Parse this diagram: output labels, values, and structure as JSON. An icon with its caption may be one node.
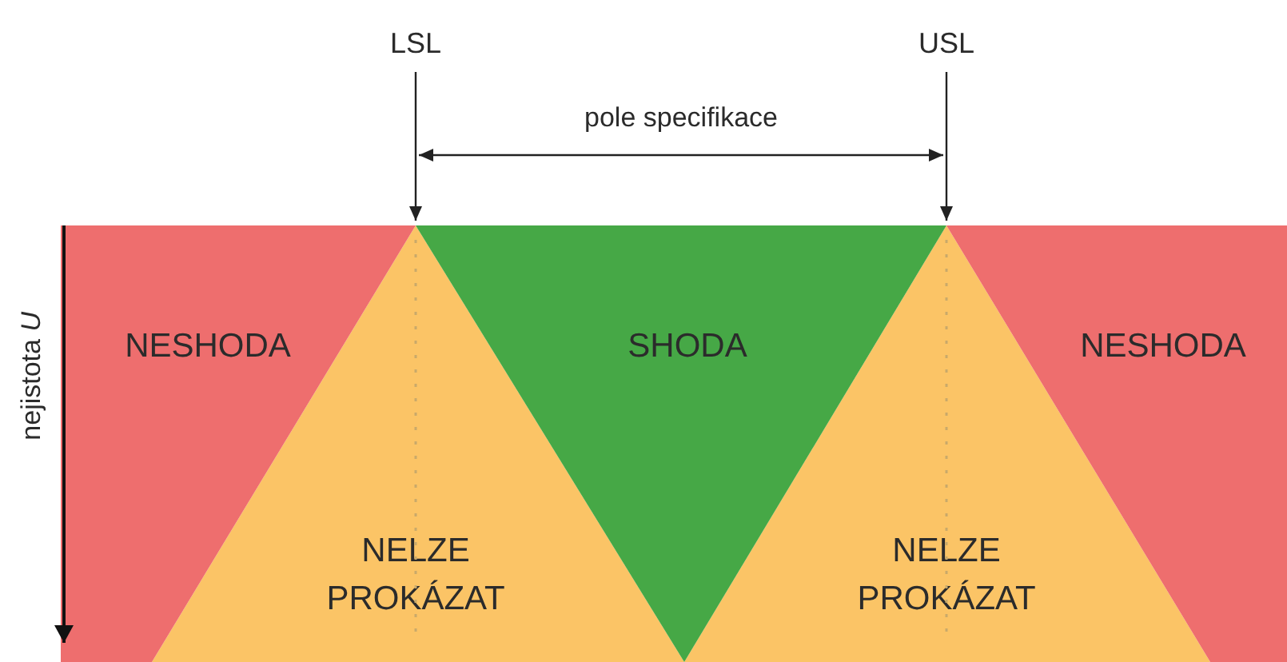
{
  "diagram": {
    "nodes": [
      {
        "text": [
          "NESHODA"
        ]
      },
      {
        "text": [
          "NELZE PROKÁZAT"
        ]
      },
      {
        "text": [
          "SHODA"
        ]
      },
      {
        "text": [
          "NELZE PROKÁZAT"
        ]
      },
      {
        "text": [
          "NESHODA"
        ]
      },
      {
        "text": [
          "LSL"
        ]
      },
      {
        "text": [
          "USL"
        ]
      }
    ],
    "edges": [
      {
        "from": 5,
        "to": 1,
        "arrow": "to"
      },
      {
        "from": 6,
        "to": 3,
        "arrow": "to"
      }
    ],
    "labels": [
      "pole specifikace",
      "nejistota *U*"
    ]
  }
}
